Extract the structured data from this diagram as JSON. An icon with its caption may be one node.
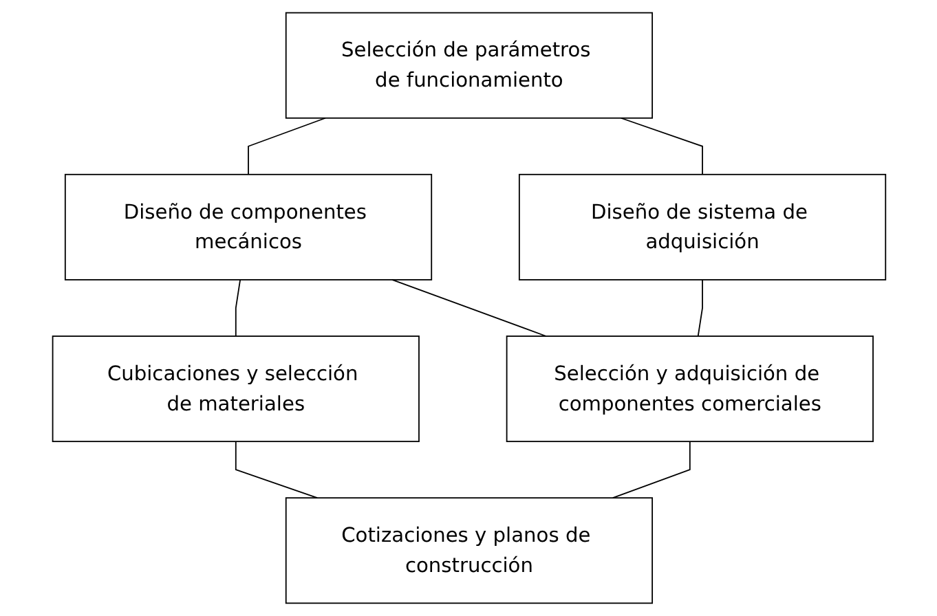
{
  "diagram": {
    "nodes": [
      {
        "text": [
          "Selección de parámetros de funcionamiento"
        ]
      },
      {
        "text": [
          "Diseño de componentes mecánicos"
        ]
      },
      {
        "text": [
          "Diseño de sistema de adquisición"
        ]
      },
      {
        "text": [
          "Cubicaciones y selección de materiales"
        ]
      },
      {
        "text": [
          "Selección y adquisición de componentes comerciales"
        ]
      },
      {
        "text": [
          "Cotizaciones y planos de construcción"
        ]
      }
    ],
    "edges": [
      {
        "from": 0,
        "to": 1,
        "arrow": "none"
      },
      {
        "from": 0,
        "to": 2,
        "arrow": "none"
      },
      {
        "from": 1,
        "to": 3,
        "arrow": "none"
      },
      {
        "from": 1,
        "to": 4,
        "arrow": "none"
      },
      {
        "from": 2,
        "to": 4,
        "arrow": "none"
      },
      {
        "from": 3,
        "to": 5,
        "arrow": "none"
      },
      {
        "from": 4,
        "to": 5,
        "arrow": "none"
      }
    ]
  }
}
